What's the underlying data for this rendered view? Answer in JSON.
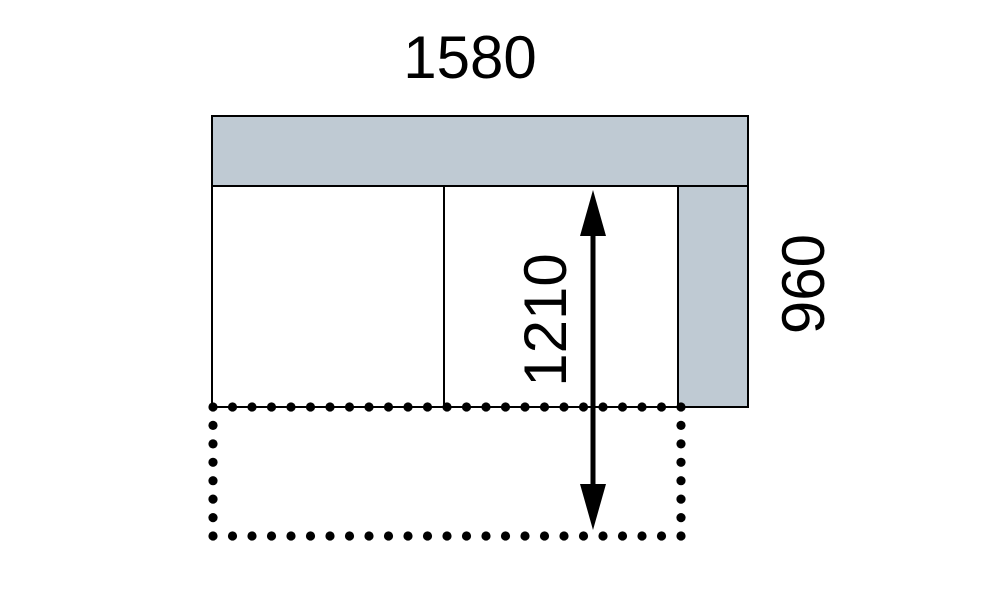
{
  "dimensions": {
    "width_label": "1580",
    "depth_label": "960",
    "extended_label": "1210"
  },
  "colors": {
    "panel": "#bfcad3",
    "outline": "#000000",
    "background": "#ffffff"
  }
}
